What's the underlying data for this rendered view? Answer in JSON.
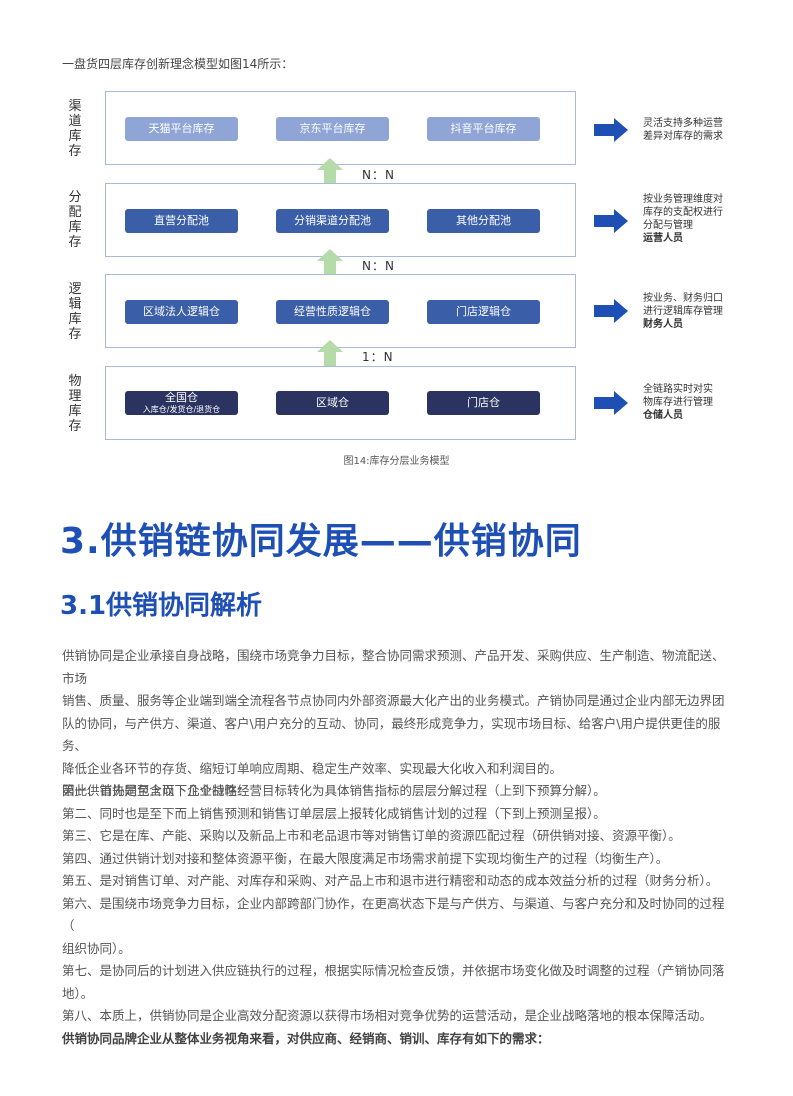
{
  "intro_text": "一盘货四层库存创新理念模型如图14所示：",
  "layers": [
    {
      "label": "渠道库存",
      "nodes": [
        "天猫平台库存",
        "京东平台库存",
        "抖音平台库存"
      ],
      "note": [
        "灵活支持多种运营",
        "差异对库存的需求"
      ],
      "note_bold": ""
    },
    {
      "label": "分配库存",
      "nodes": [
        "直营分配池",
        "分销渠道分配池",
        "其他分配池"
      ],
      "note": [
        "按业务管理维度对",
        "库存的支配权进行",
        "分配与管理"
      ],
      "note_bold": "运营人员"
    },
    {
      "label": "逻辑库存",
      "nodes": [
        "区域法人逻辑仓",
        "经营性质逻辑仓",
        "门店逻辑仓"
      ],
      "note": [
        "按业务、财务归口",
        "进行逻辑库存管理"
      ],
      "note_bold": "财务人员"
    },
    {
      "label": "物理库存",
      "nodes": [
        "全国仓",
        "区域仓",
        "门店仓"
      ],
      "node0_sub": "入库仓/发货仓/退货仓",
      "note": [
        "全链路实时对实",
        "物库存进行管理"
      ],
      "note_bold": "仓储人员"
    }
  ],
  "ratios": [
    "N：N",
    "N：N",
    "1：N"
  ],
  "colors": {
    "light": "#8ea5d6",
    "mid": "#3a5ea7",
    "dark": "#2b3361",
    "arrow_up": "#b5dba8",
    "arrow_right": "#1e4fb5",
    "heading": "#1e4fb5"
  },
  "caption": "图14:库存分层业务模型",
  "heading1": "3.供销链协同发展——供销协同",
  "heading2": "3.1供销协同解析",
  "paragraphs": [
    "供销协同是企业承接自身战略，围绕市场竞争力目标，整合协同需求预测、产品开发、采购供应、生产制造、物流配送、市场",
    "销售、质量、服务等企业端到端全流程各节点协同内外部资源最大化产出的业务模式。产销协同是通过企业内部无边界团",
    "队的协同，与产供方、渠道、客户\\用户充分的互动、协同，最终形成竞争力，实现市场目标、给客户\\用户提供更佳的服务、",
    "降低企业各环节的存货、缩短订单响应周期、稳定生产效率、实现最大化收入和利润目的。",
    "因此供销协同包含以下几个特性："
  ],
  "features": [
    "第一、首先是至上而下企业战略经营目标转化为具体销售指标的层层分解过程（上到下预算分解）。",
    "第二、同时也是至下而上销售预测和销售订单层层上报转化成销售计划的过程（下到上预测呈报）。",
    "第三、它是在库、产能、采购以及新品上市和老品退市等对销售订单的资源匹配过程（研供销对接、资源平衡）。",
    "第四、通过供销计划对接和整体资源平衡，在最大限度满足市场需求前提下实现均衡生产的过程（均衡生产）。",
    "第五、是对销售订单、对产能、对库存和采购、对产品上市和退市进行精密和动态的成本效益分析的过程（财务分析）。",
    "第六、是围绕市场竞争力目标，企业内部跨部门协作，在更高状态下是与产供方、与渠道、与客户充分和及时协同的过程（",
    "组织协同）。",
    "第七、是协同后的计划进入供应链执行的过程，根据实际情况检查反馈，并依据市场变化做及时调整的过程（产销协同落",
    "地）。",
    "第八、本质上，供销协同是企业高效分配资源以获得市场相对竞争优势的运营活动，是企业战略落地的根本保障活动。"
  ],
  "closing_bold": "供销协同品牌企业从整体业务视角来看，对供应商、经销商、销训、库存有如下的需求："
}
